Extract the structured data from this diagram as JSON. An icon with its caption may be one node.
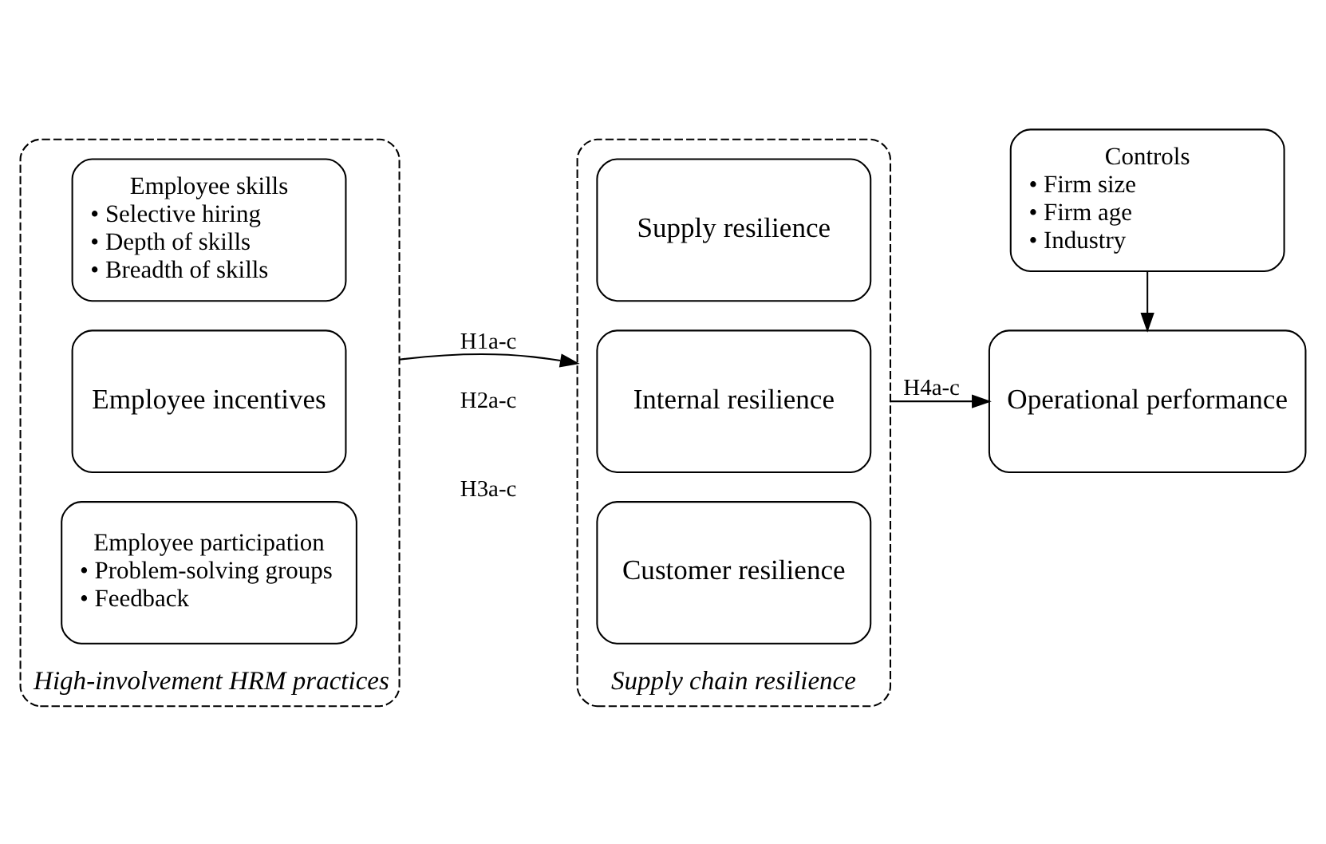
{
  "diagram": {
    "nodes": [
      {
        "text": [
          "High-involvement HRM practices"
        ]
      },
      {
        "text": [
          "Employee skills",
          "• Selective hiring",
          "• Depth of skills",
          "• Breadth of skills"
        ],
        "in": 0
      },
      {
        "text": [
          "Employee incentives"
        ],
        "in": 0
      },
      {
        "text": [
          "Employee participation",
          "• Problem-solving groups",
          "• Feedback"
        ],
        "in": 0
      },
      {
        "text": [
          "Supply chain resilience"
        ]
      },
      {
        "text": [
          "Supply resilience"
        ],
        "in": 4
      },
      {
        "text": [
          "Internal resilience"
        ],
        "in": 4
      },
      {
        "text": [
          "Customer resilience"
        ],
        "in": 4
      },
      {
        "text": [
          "Operational performance"
        ]
      },
      {
        "text": [
          "Controls",
          "• Firm size",
          "• Firm age",
          "• Industry"
        ]
      }
    ],
    "edges": [
      {
        "from": 0,
        "to": 4,
        "arrow": "to",
        "label": "H1a-c"
      },
      {
        "from": 4,
        "to": 8,
        "arrow": "to",
        "label": "H4a-c"
      },
      {
        "from": 9,
        "to": 8,
        "arrow": "to"
      }
    ],
    "labels": [
      "H2a-c",
      "H3a-c"
    ]
  }
}
